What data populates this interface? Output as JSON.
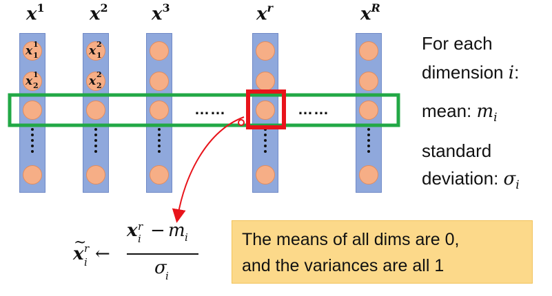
{
  "columns": [
    {
      "base": "x",
      "sup": "1"
    },
    {
      "base": "x",
      "sup": "2"
    },
    {
      "base": "x",
      "sup": "3"
    },
    {
      "base": "x",
      "sup": "r"
    },
    {
      "base": "x",
      "sup": "R"
    }
  ],
  "element_labels": [
    {
      "base": "x",
      "sup": "1",
      "sub": "1"
    },
    {
      "base": "x",
      "sup": "1",
      "sub": "2"
    },
    {
      "base": "x",
      "sup": "2",
      "sub": "1"
    },
    {
      "base": "x",
      "sup": "2",
      "sub": "2"
    }
  ],
  "ellipsis": "……",
  "side_text": {
    "line1": "For each",
    "line2_prefix": "dimension ",
    "line2_var": "i",
    "line2_suffix": ":",
    "mean_prefix": "mean: ",
    "mean_var": "m",
    "mean_sub": "i",
    "std_line1": "standard",
    "std_prefix": "deviation: ",
    "std_var": "σ",
    "std_sub": "i"
  },
  "formula": {
    "lhs_base": "x",
    "lhs_tilde": "~",
    "lhs_sup": "r",
    "lhs_sub": "i",
    "arrow": "←",
    "num_base": "x",
    "num_sup": "r",
    "num_sub": "i",
    "minus": "−",
    "num_m": "m",
    "num_m_sub": "i",
    "den": "σ",
    "den_sub": "i"
  },
  "note": {
    "line1": "The means of all dims are 0,",
    "line2": "and the variances are all 1"
  },
  "colors": {
    "column_fill": "#8FA8DC",
    "dot_fill": "#F6AE86",
    "highlight_row": "#22A846",
    "highlight_cell": "#E8141B",
    "arrow": "#E8141B",
    "note_fill": "#FCD98A"
  }
}
